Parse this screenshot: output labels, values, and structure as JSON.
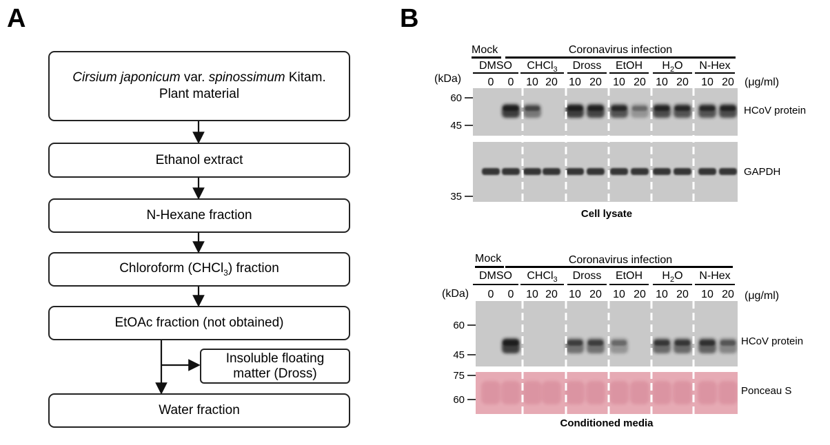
{
  "panels": {
    "a": "A",
    "b": "B"
  },
  "flowchart": {
    "plant_part1_italic": "Cirsium japonicum",
    "plant_part2": " var. ",
    "plant_part3_italic": "spinossimum",
    "plant_part4": " Kitam.",
    "plant_line2": "Plant material",
    "ethanol": "Ethanol extract",
    "nhexane": "N-Hexane fraction",
    "chloroform_pre": "Chloroform (CHCl",
    "chloroform_sub": "3",
    "chloroform_post": ") fraction",
    "etoac": "EtOAc fraction (not obtained)",
    "dross_line1": "Insoluble floating",
    "dross_line2": "matter (Dross)",
    "water": "Water fraction"
  },
  "blot": {
    "mock": "Mock",
    "infection": "Coronavirus infection",
    "kda": "(kDa)",
    "units": "(μg/ml)",
    "groups": [
      {
        "pre": "DMSO",
        "sub": "",
        "post": ""
      },
      {
        "pre": "CHCl",
        "sub": "3",
        "post": ""
      },
      {
        "pre": "Dross",
        "sub": "",
        "post": ""
      },
      {
        "pre": "EtOH",
        "sub": "",
        "post": ""
      },
      {
        "pre": "H",
        "sub": "2",
        "post": "O"
      },
      {
        "pre": "N-Hex",
        "sub": "",
        "post": ""
      }
    ],
    "doses": [
      "0",
      "0",
      "10",
      "20",
      "10",
      "20",
      "10",
      "20",
      "10",
      "20",
      "10",
      "20"
    ],
    "top": {
      "markers": [
        "60",
        "45",
        "35"
      ],
      "hcov_label": "HCoV protein",
      "gapdh_label": "GAPDH",
      "caption": "Cell lysate",
      "hcov_intensity": [
        0,
        0.95,
        0.55,
        0,
        0.95,
        0.9,
        0.8,
        0.35,
        0.85,
        0.8,
        0.8,
        0.85
      ],
      "gapdh_intensity": [
        0.85,
        0.85,
        0.85,
        0.85,
        0.85,
        0.85,
        0.85,
        0.85,
        0.85,
        0.85,
        0.85,
        0.85
      ]
    },
    "bottom": {
      "markers": [
        "60",
        "45",
        "75",
        "60"
      ],
      "hcov_label": "HCoV protein",
      "ponceau_label": "Ponceau S",
      "caption": "Conditioned media",
      "hcov_intensity": [
        0,
        0.95,
        0,
        0,
        0.6,
        0.6,
        0.35,
        0,
        0.65,
        0.65,
        0.7,
        0.45
      ]
    },
    "colors": {
      "film": "#c9c9c9",
      "band": "#1a1a1a",
      "ponceau": "#e6aab4",
      "ponceau_band": "#c96d82"
    }
  }
}
